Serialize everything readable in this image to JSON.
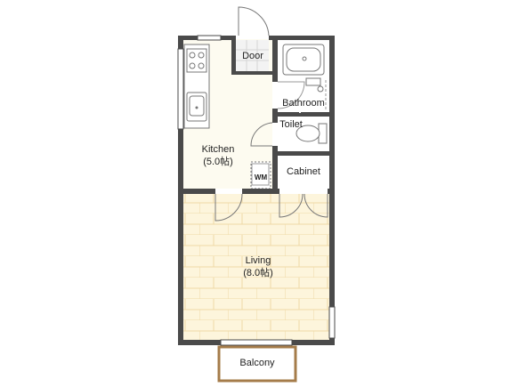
{
  "rooms": {
    "door": "Door",
    "bathroom": "Bathroom",
    "toilet": "Toilet",
    "kitchen": "Kitchen",
    "kitchen_size": "(5.0帖)",
    "washer": "WM",
    "cabinet": "Cabinet",
    "living": "Living",
    "living_size": "(8.0帖)",
    "balcony": "Balcony"
  },
  "colors": {
    "wall": "#4a4a4a",
    "kitchen_floor": "#fdfbf0",
    "living_floor": "#fdf5dc",
    "tile_line": "#efd9a6",
    "balcony_border": "#a57c4a"
  }
}
